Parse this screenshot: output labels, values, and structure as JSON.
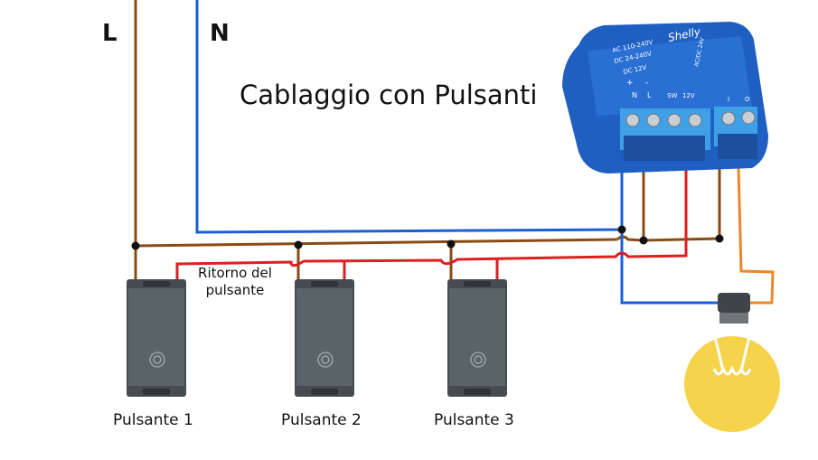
{
  "title": "Cablaggio con Pulsanti",
  "lines": {
    "live": "L",
    "neutral": "N"
  },
  "button_return_note": "Ritorno del pulsante",
  "buttons": [
    {
      "label": "Pulsante 1"
    },
    {
      "label": "Pulsante 2"
    },
    {
      "label": "Pulsante 3"
    }
  ],
  "relay": {
    "brand": "Shelly",
    "markings": [
      "AC 110-240V",
      "DC 24-240V",
      "DC 12V",
      "AC/DC 24V"
    ],
    "terminals": [
      "+",
      "-",
      "N",
      "L",
      "SW",
      "12V",
      "I",
      "O"
    ]
  },
  "colors": {
    "live": "#8a4b14",
    "neutral": "#1a5fd6",
    "return": "#dd1f1f",
    "lamp": "#e8892c",
    "switch_body": "#4a5258",
    "bulb": "#f5d34a",
    "relay": "#1f5fc2"
  }
}
